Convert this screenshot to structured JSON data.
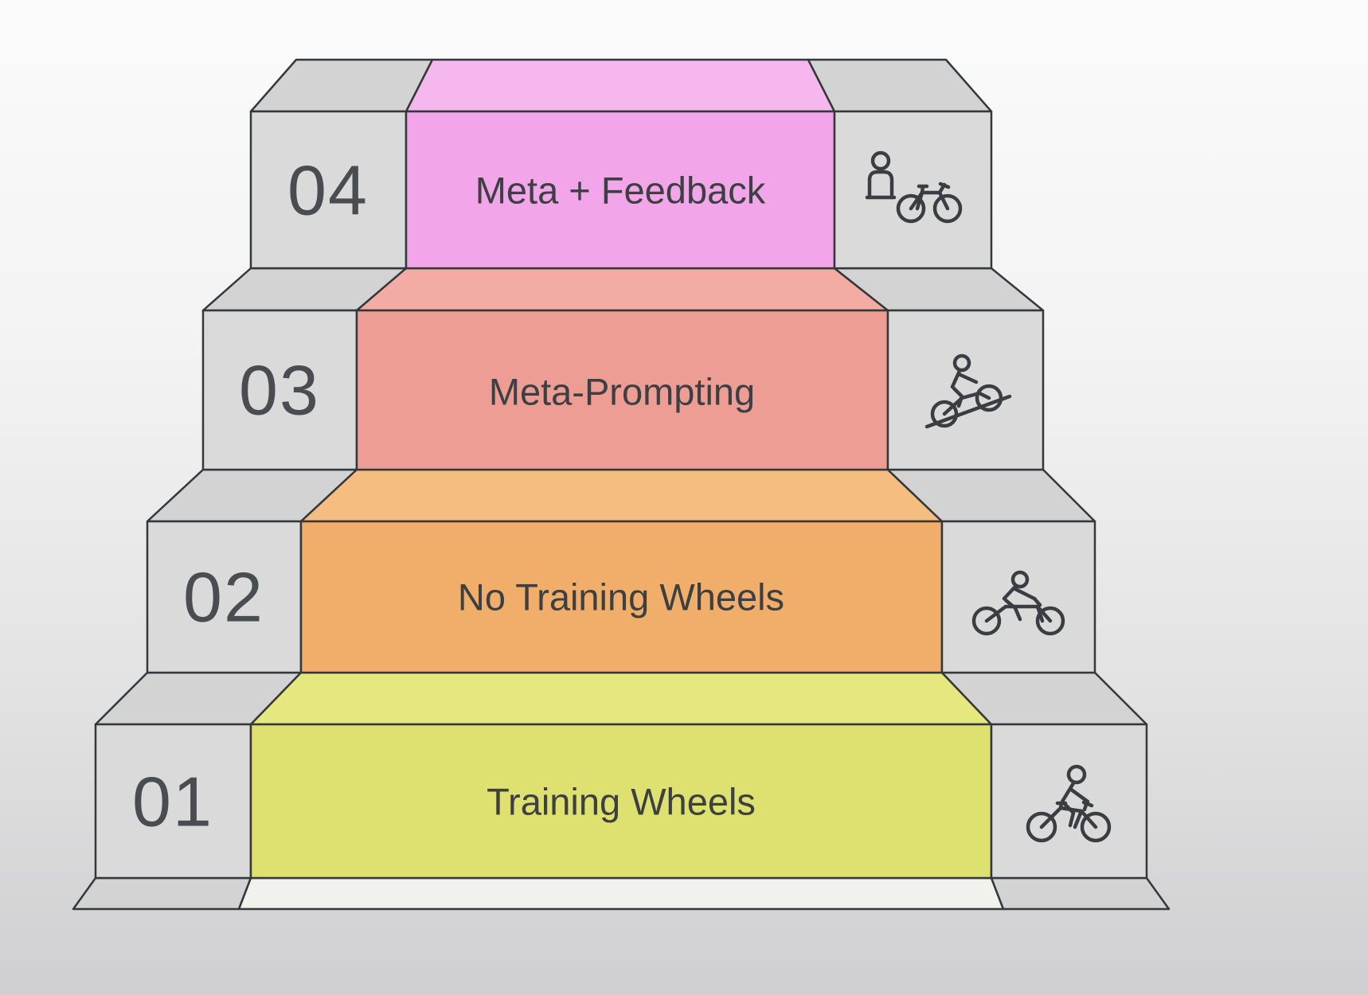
{
  "diagram": {
    "type": "staircase-levels",
    "levels": [
      {
        "number": "01",
        "label": "Training Wheels",
        "face_color": "#dee06f",
        "tread_color": "#e6e77f",
        "icon": "cyclist-riding-icon"
      },
      {
        "number": "02",
        "label": "No Training Wheels",
        "face_color": "#f1ae6a",
        "tread_color": "#f5bd80",
        "icon": "cyclist-leaning-icon"
      },
      {
        "number": "03",
        "label": "Meta-Prompting",
        "face_color": "#ee9d95",
        "tread_color": "#f2aca4",
        "icon": "cyclist-slope-icon"
      },
      {
        "number": "04",
        "label": "Meta + Feedback",
        "face_color": "#f2a5e8",
        "tread_color": "#f6b6ee",
        "icon": "person-with-bike-icon"
      }
    ],
    "colors": {
      "gray_face": "#dadada",
      "gray_tread": "#d3d3d3",
      "base_center": "#f1f1ee",
      "outline": "#34383b",
      "text": "#3c4043",
      "number_text": "#494d51"
    }
  }
}
